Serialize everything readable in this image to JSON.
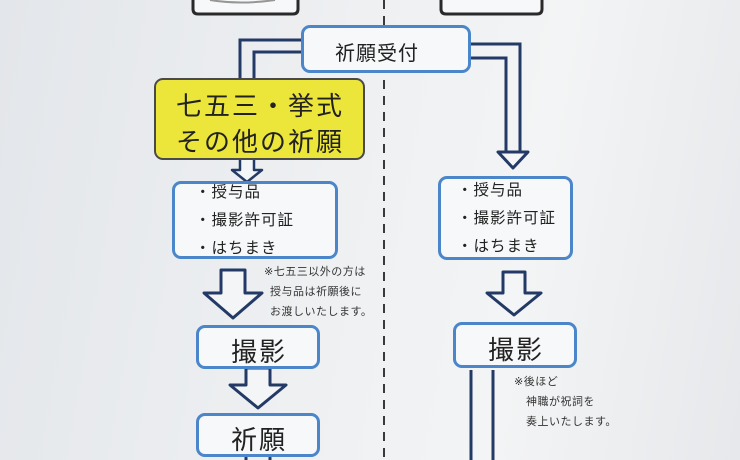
{
  "top_partial_text": "",
  "reception": {
    "label": "祈願受付"
  },
  "left_column": {
    "ceremony_box": {
      "line1": "七五三・挙式",
      "line2": "その他の祈願"
    },
    "items_box": {
      "items": [
        "・授与品",
        "・撮影許可証",
        "・はちまき"
      ]
    },
    "note": [
      "※七五三以外の方は",
      "授与品は祈願後に",
      "お渡しいたします。"
    ],
    "photo": {
      "label": "撮影"
    },
    "prayer": {
      "label": "祈願"
    }
  },
  "right_column": {
    "items_box": {
      "items": [
        "・授与品",
        "・撮影許可証",
        "・はちまき"
      ]
    },
    "photo": {
      "label": "撮影"
    },
    "note": [
      "※後ほど",
      "神職が祝詞を",
      "奏上いたします。"
    ]
  },
  "colors": {
    "accent_blue": "#4a86c9",
    "arrow_navy": "#243a66",
    "highlight_yellow": "#ece53a"
  }
}
